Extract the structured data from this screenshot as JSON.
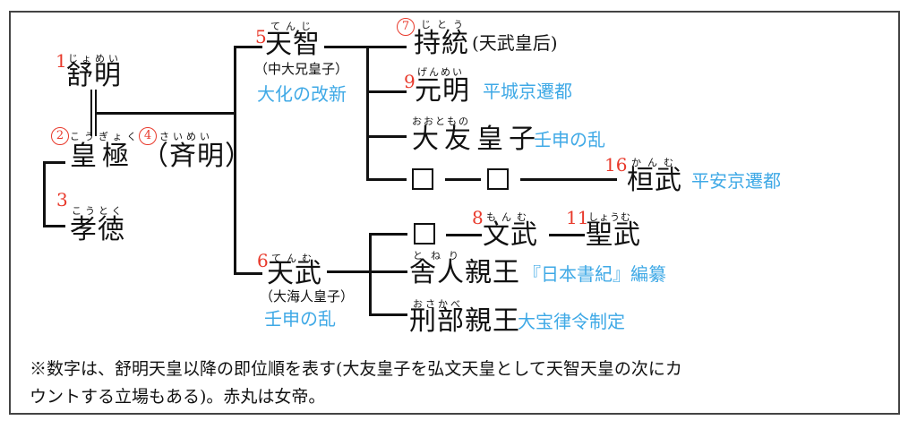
{
  "title": "天智天皇・天武天皇の系図",
  "colors": {
    "note": "#3fa9e6",
    "number": "#e8392b",
    "line": "#111111"
  },
  "persons": {
    "jomei": {
      "num": "1",
      "circled": false,
      "name": "舒明",
      "ruby": "じょめい"
    },
    "kogyoku": {
      "num": "②",
      "circled": true,
      "name": "皇極",
      "ruby": "こうぎょく"
    },
    "saimei": {
      "num": "④",
      "circled": true,
      "name": "（斉明）",
      "ruby": "さいめい"
    },
    "kotoku": {
      "num": "3",
      "circled": false,
      "name": "孝徳",
      "ruby": "こうとく"
    },
    "tenji": {
      "num": "5",
      "circled": false,
      "name": "天智",
      "ruby": "てんじ",
      "sub": "（中大兄皇子）",
      "note": "大化の改新"
    },
    "tenmu": {
      "num": "6",
      "circled": false,
      "name": "天武",
      "ruby": "てんむ",
      "sub": "（大海人皇子）",
      "note": "壬申の乱"
    },
    "jito": {
      "num": "⑦",
      "circled": true,
      "name": "持統",
      "ruby": "じとう",
      "sub": "(天武皇后)"
    },
    "genmei": {
      "num": "9",
      "circled": false,
      "name": "元明",
      "ruby": "げんめい",
      "note": "平城京遷都"
    },
    "otomo": {
      "name": "大友皇子",
      "ruby": "おおともの",
      "note": "壬申の乱"
    },
    "kanmu": {
      "num": "16",
      "circled": false,
      "name": "桓武",
      "ruby": "かんむ",
      "note": "平安京遷都"
    },
    "monmu": {
      "num": "8",
      "circled": false,
      "name": "文武",
      "ruby": "もんむ"
    },
    "shomu": {
      "num": "11",
      "circled": false,
      "name": "聖武",
      "ruby": "しょうむ"
    },
    "toneri": {
      "name": "舎人親王",
      "ruby": "とねり",
      "note": "『日本書紀』編纂"
    },
    "osakabe": {
      "name": "刑部親王",
      "ruby": "おさかべ",
      "note": "大宝律令制定"
    }
  },
  "footnote": {
    "line1": "※数字は、舒明天皇以降の即位順を表す(大友皇子を弘文天皇として天智天皇の次にカ",
    "line2": "ウントする立場もある)。赤丸は女帝。"
  }
}
